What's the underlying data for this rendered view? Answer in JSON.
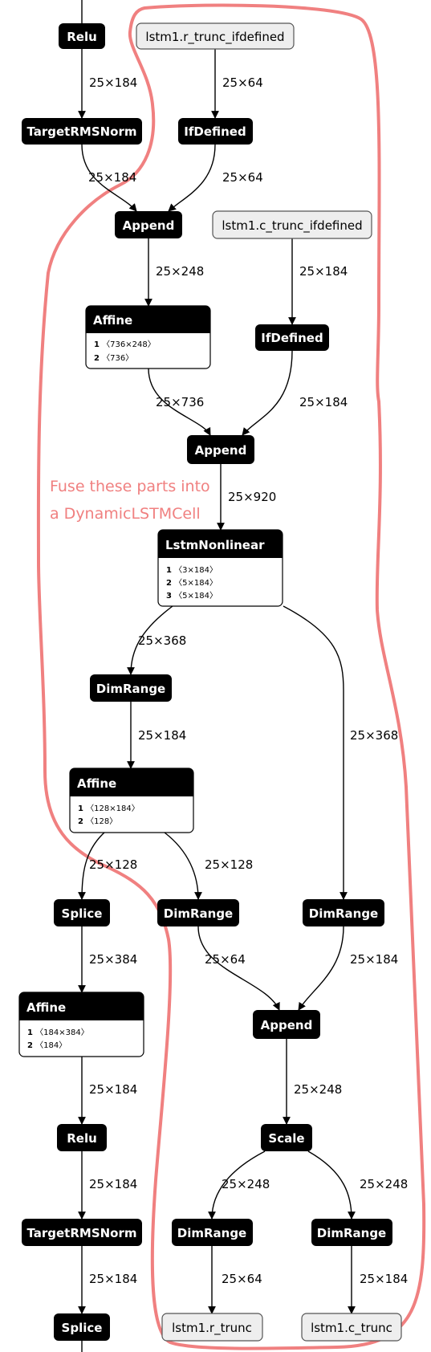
{
  "annotation": {
    "lines": [
      "Fuse these parts into",
      "a DynamicLSTMCell"
    ],
    "color": "#f08080"
  },
  "nodes": {
    "relu_top": {
      "title": "Relu"
    },
    "rms_top": {
      "title": "TargetRMSNorm"
    },
    "r_trunc_ifdef": {
      "title": "lstm1.r_trunc_ifdefined"
    },
    "ifdef1": {
      "title": "IfDefined"
    },
    "append1": {
      "title": "Append"
    },
    "c_trunc_ifdef": {
      "title": "lstm1.c_trunc_ifdefined"
    },
    "affine1": {
      "title": "Affine",
      "attrs": [
        {
          "k": "1",
          "v": "〈736×248〉"
        },
        {
          "k": "2",
          "v": "〈736〉"
        }
      ]
    },
    "ifdef2": {
      "title": "IfDefined"
    },
    "append2": {
      "title": "Append"
    },
    "lstm": {
      "title": "LstmNonlinear",
      "attrs": [
        {
          "k": "1",
          "v": "〈3×184〉"
        },
        {
          "k": "2",
          "v": "〈5×184〉"
        },
        {
          "k": "3",
          "v": "〈5×184〉"
        }
      ]
    },
    "dimrange1": {
      "title": "DimRange"
    },
    "affine2": {
      "title": "Affine",
      "attrs": [
        {
          "k": "1",
          "v": "〈128×184〉"
        },
        {
          "k": "2",
          "v": "〈128〉"
        }
      ]
    },
    "splice1": {
      "title": "Splice"
    },
    "dimrange2": {
      "title": "DimRange"
    },
    "dimrange3": {
      "title": "DimRange"
    },
    "affine3": {
      "title": "Affine",
      "attrs": [
        {
          "k": "1",
          "v": "〈184×384〉"
        },
        {
          "k": "2",
          "v": "〈184〉"
        }
      ]
    },
    "append3": {
      "title": "Append"
    },
    "relu_bot": {
      "title": "Relu"
    },
    "scale": {
      "title": "Scale"
    },
    "rms_bot": {
      "title": "TargetRMSNorm"
    },
    "dimrange4": {
      "title": "DimRange"
    },
    "dimrange5": {
      "title": "DimRange"
    },
    "splice2": {
      "title": "Splice"
    },
    "r_trunc": {
      "title": "lstm1.r_trunc"
    },
    "c_trunc": {
      "title": "lstm1.c_trunc"
    }
  },
  "edges": {
    "e_top_relu": "",
    "e_relu_rms": "25×184",
    "e_rifd_ifd1": "25×64",
    "e_rms_app1": "25×184",
    "e_ifd1_app1": "25×64",
    "e_app1_aff1": "25×248",
    "e_cifd_ifd2": "25×184",
    "e_aff1_app2": "25×736",
    "e_ifd2_app2": "25×184",
    "e_app2_lstm": "25×920",
    "e_lstm_dr1": "25×368",
    "e_lstm_dr3": "25×368",
    "e_dr1_aff2": "25×184",
    "e_aff2_spl1": "25×128",
    "e_aff2_dr2": "25×128",
    "e_spl1_aff3": "25×384",
    "e_dr2_app3": "25×64",
    "e_dr3_app3": "25×184",
    "e_aff3_relu": "25×184",
    "e_app3_scale": "25×248",
    "e_relu_rms2": "25×184",
    "e_scale_dr4": "25×248",
    "e_scale_dr5": "25×248",
    "e_rms2_spl2": "25×184",
    "e_dr4_rt": "25×64",
    "e_dr5_ct": "25×184",
    "e_spl2_bottom": ""
  }
}
